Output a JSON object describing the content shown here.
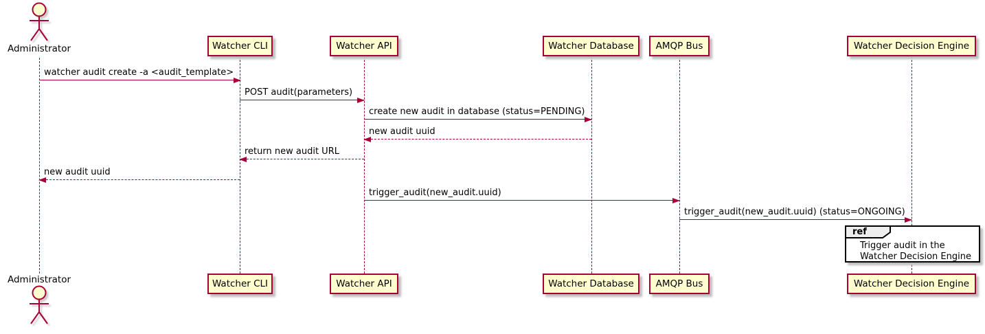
{
  "diagram": {
    "type": "sequence-diagram",
    "colors": {
      "participant_fill": "#FEFECE",
      "participant_border": "#A80036",
      "arrow": "#A80036",
      "lifeline": "#A80036",
      "text": "#000000",
      "ref_border": "#000000",
      "ref_header_fill": "#EEEEEE",
      "ref_fill": "#FFFFFF"
    },
    "actor": {
      "name": "Administrator"
    },
    "participants": [
      {
        "label": "Watcher CLI"
      },
      {
        "label": "Watcher API"
      },
      {
        "label": "Watcher Database"
      },
      {
        "label": "AMQP Bus"
      },
      {
        "label": "Watcher Decision Engine"
      }
    ],
    "messages": [
      {
        "from": "Administrator",
        "to": "Watcher CLI",
        "label": "watcher audit create -a <audit_template>",
        "line": "solid"
      },
      {
        "from": "Watcher CLI",
        "to": "Watcher API",
        "label": "POST audit(parameters)",
        "line": "solid"
      },
      {
        "from": "Watcher API",
        "to": "Watcher Database",
        "label": "create new audit in database (status=PENDING)",
        "line": "solid"
      },
      {
        "from": "Watcher Database",
        "to": "Watcher API",
        "label": "new audit uuid",
        "line": "dashed"
      },
      {
        "from": "Watcher API",
        "to": "Watcher CLI",
        "label": "return new audit URL",
        "line": "dashed"
      },
      {
        "from": "Watcher CLI",
        "to": "Administrator",
        "label": "new audit uuid",
        "line": "dashed"
      },
      {
        "from": "Watcher API",
        "to": "AMQP Bus",
        "label": "trigger_audit(new_audit.uuid)",
        "line": "solid"
      },
      {
        "from": "AMQP Bus",
        "to": "Watcher Decision Engine",
        "label": "trigger_audit(new_audit.uuid) (status=ONGOING)",
        "line": "solid"
      }
    ],
    "ref": {
      "keyword": "ref",
      "lines": [
        "Trigger audit in the",
        "Watcher Decision Engine"
      ]
    }
  }
}
